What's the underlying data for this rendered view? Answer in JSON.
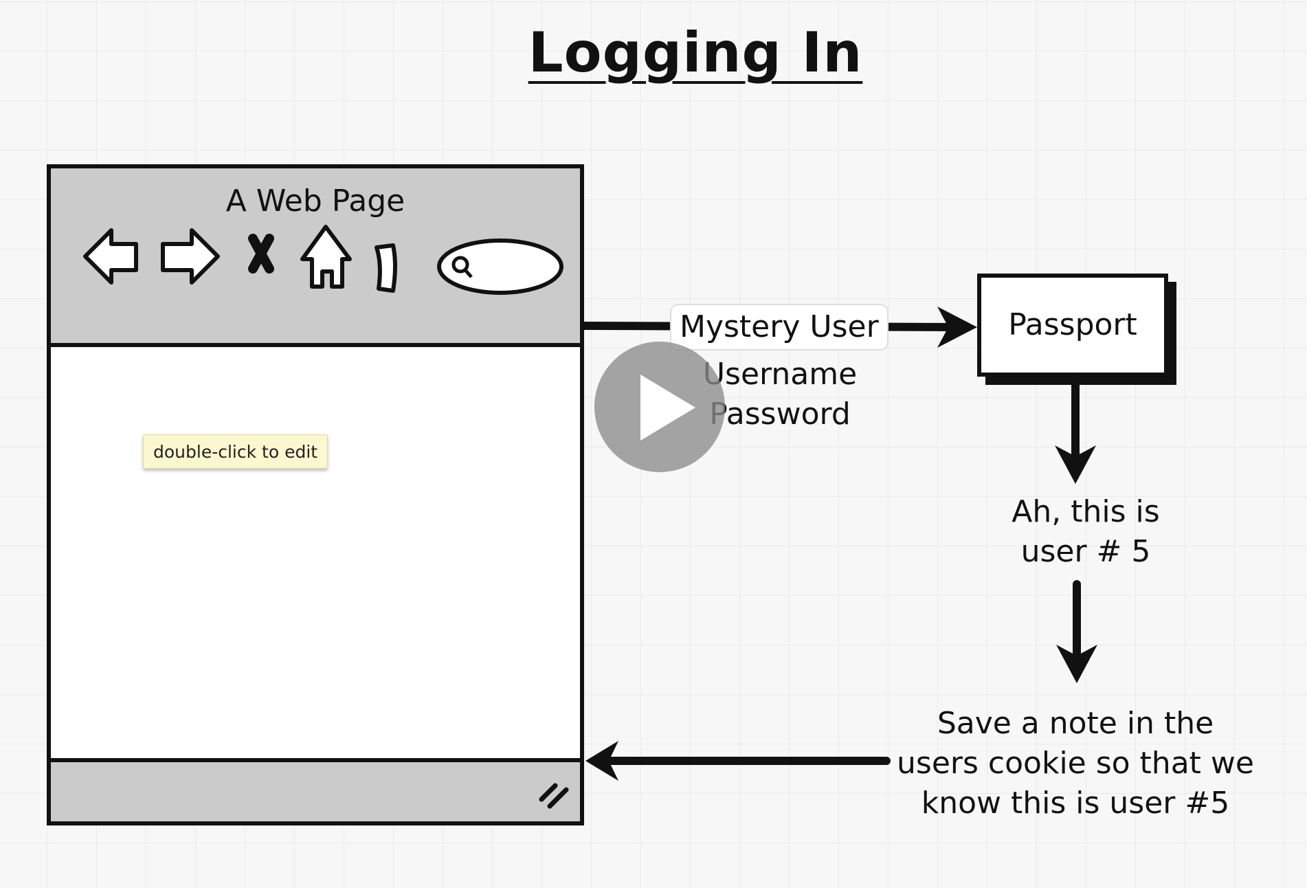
{
  "title": "Logging In",
  "browser": {
    "window_title": "A Web Page",
    "icons": [
      "back-arrow-icon",
      "forward-arrow-icon",
      "stop-x-icon",
      "home-icon",
      "refresh-icon",
      "search-icon"
    ],
    "tooltip": "double-click to edit"
  },
  "flow": {
    "mystery_user": "Mystery User",
    "credentials_line1": "Username",
    "credentials_line2": "Password",
    "passport": "Passport",
    "identified_line1": "Ah, this is",
    "identified_line2": "user # 5",
    "note_line1": "Save a note in the",
    "note_line2": "users cookie so that we",
    "note_line3": "know this is user #5"
  },
  "video": {
    "control": "play-button"
  }
}
